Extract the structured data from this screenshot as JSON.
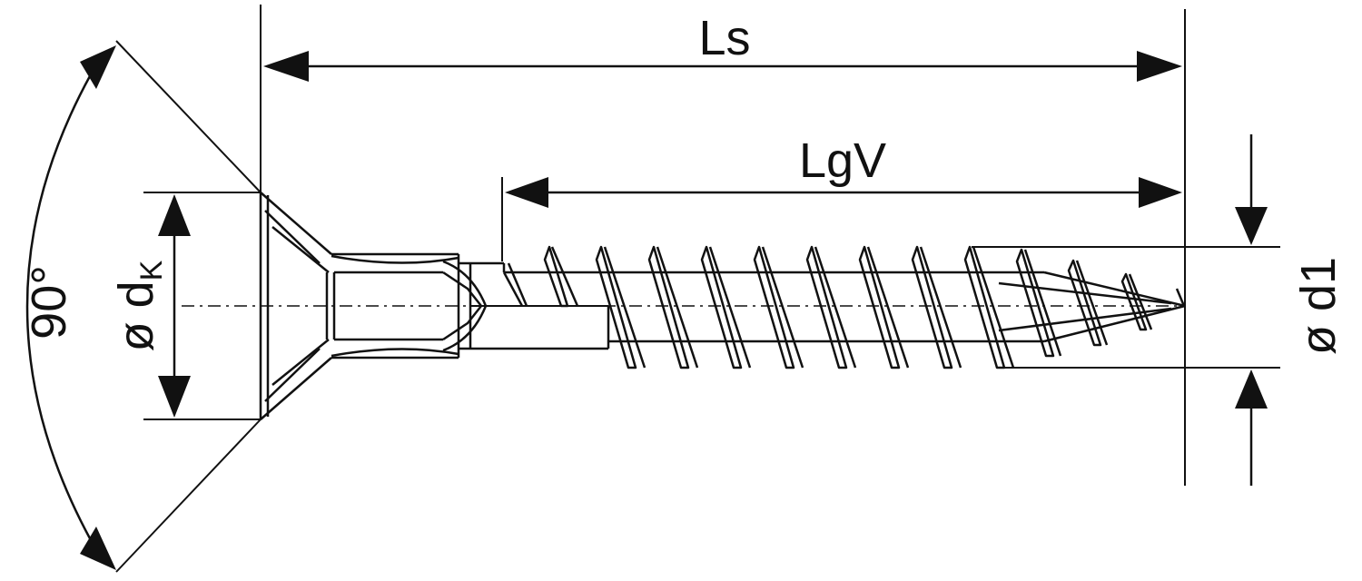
{
  "labels": {
    "overall_length": "Ls",
    "thread_length": "LgV",
    "head_angle": "90°",
    "head_diameter_symbol": "ø d",
    "head_diameter_subscript": "K",
    "thread_diameter": "ø d1"
  },
  "colors": {
    "ink": "#111111",
    "background": "#ffffff"
  }
}
